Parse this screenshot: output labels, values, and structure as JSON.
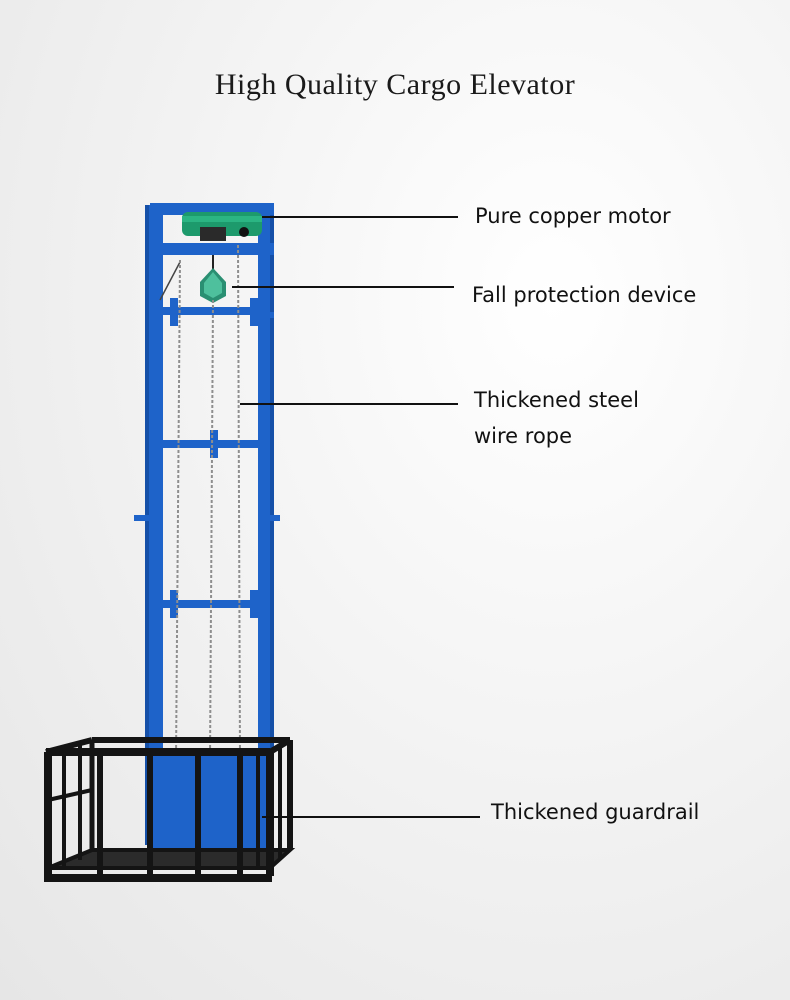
{
  "title": "High Quality Cargo Elevator",
  "callouts": {
    "motor": "Pure copper motor",
    "fall_protection": "Fall protection device",
    "wire_rope_line1": "Thickened steel",
    "wire_rope_line2": "wire rope",
    "guardrail": "Thickened guardrail"
  },
  "colors": {
    "frame_blue": "#1e63c9",
    "frame_blue_dark": "#1550a8",
    "motor_green": "#1d9a6c",
    "cage_black": "#141414"
  }
}
